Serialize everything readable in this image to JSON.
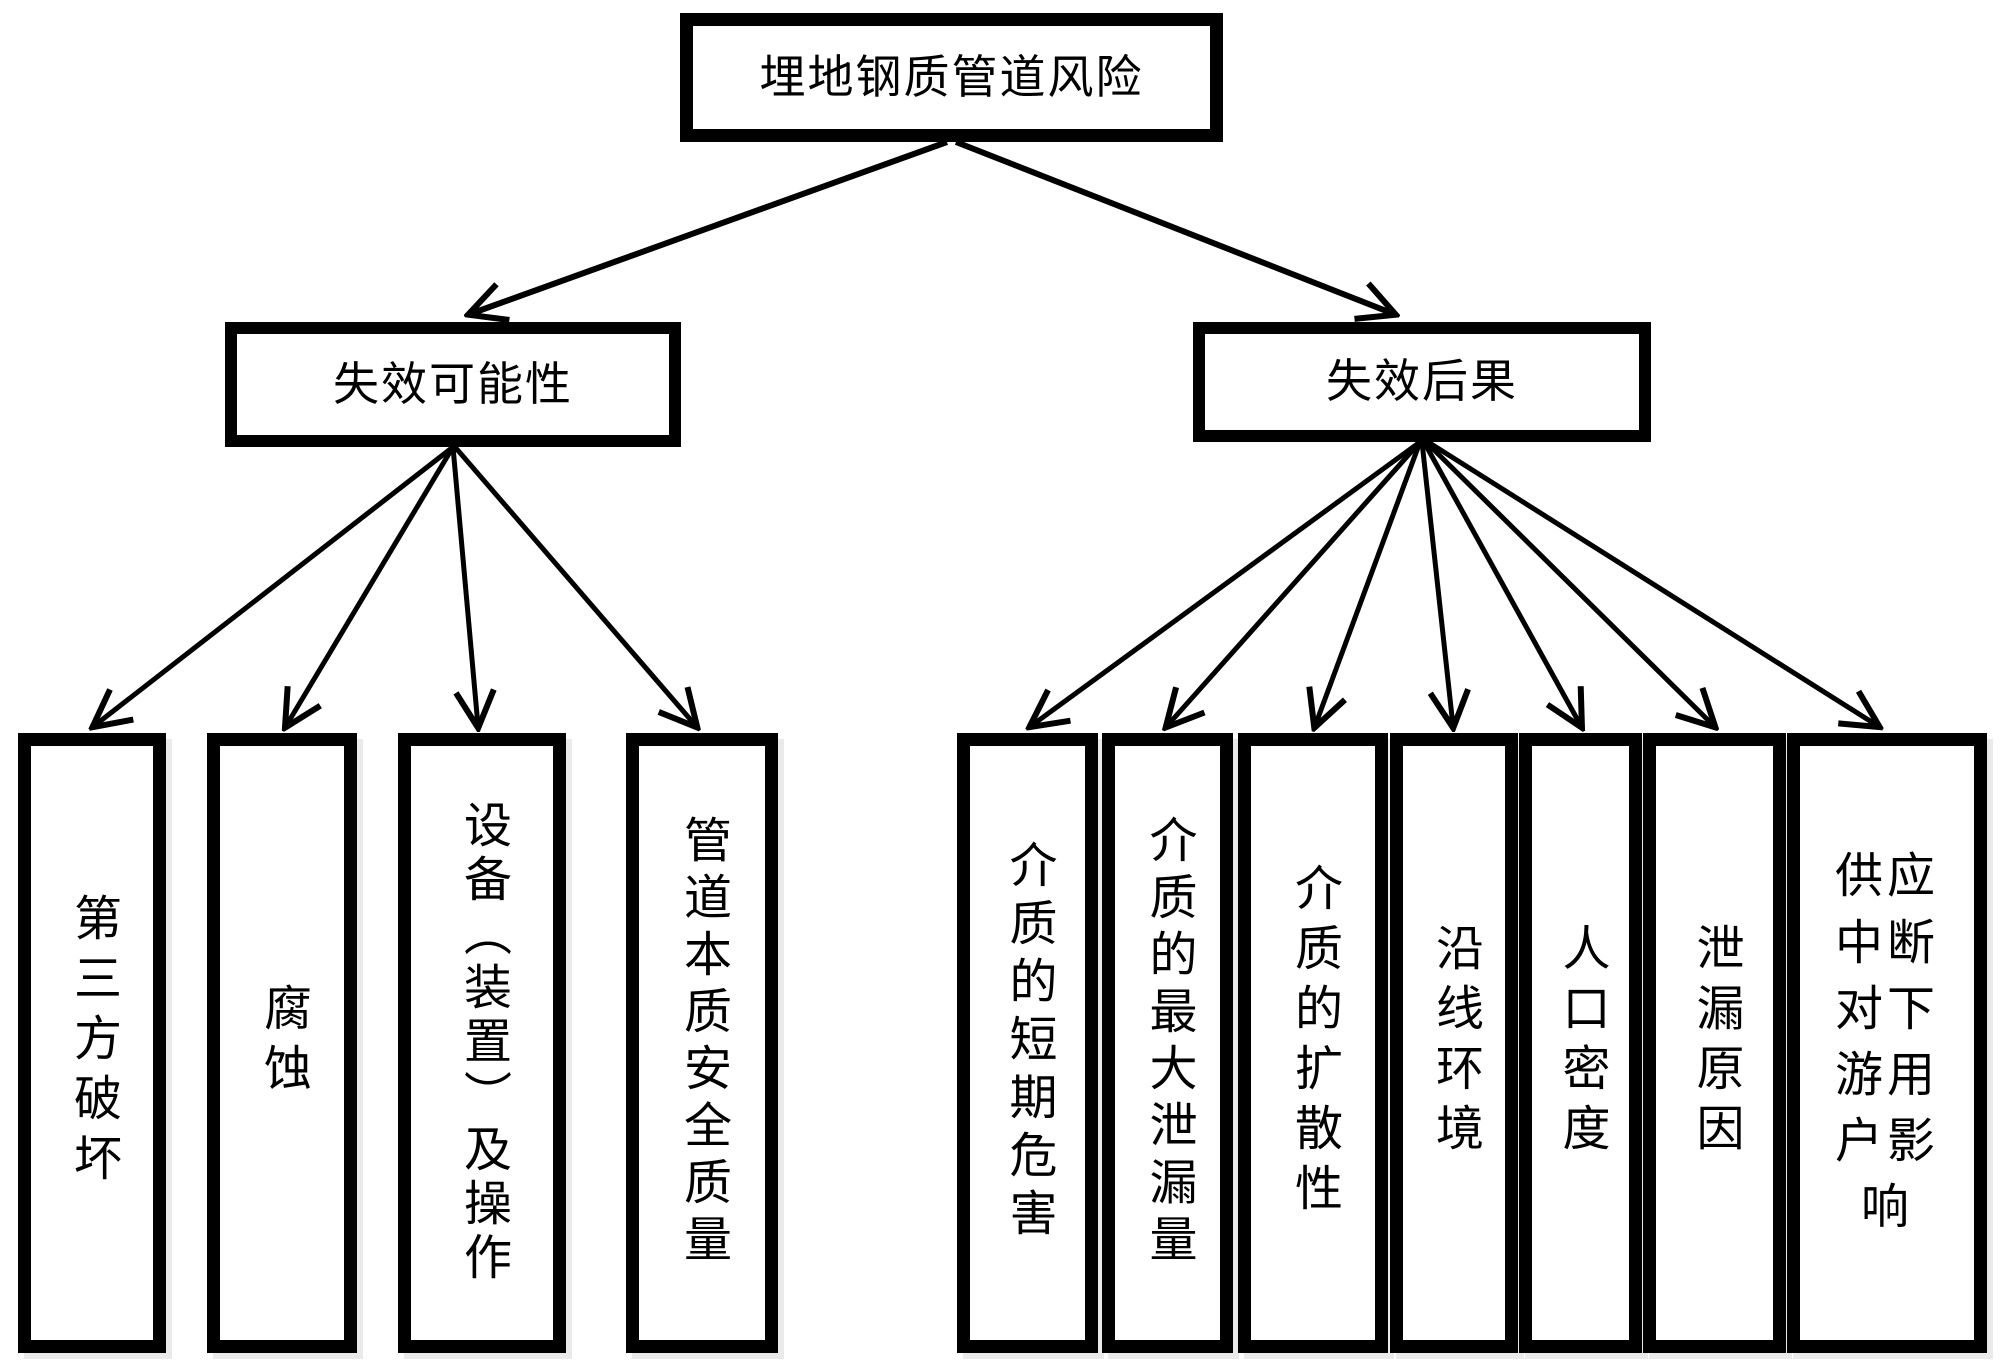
{
  "diagram": {
    "title": "埋地钢质管道风险",
    "branches": [
      {
        "label": "失效可能性",
        "children": [
          "第三方破坏",
          "腐蚀",
          "设备（装置）及操作",
          "管道本质安全质量"
        ]
      },
      {
        "label": "失效后果",
        "children": [
          "介质的短期危害",
          "介质的最大泄漏量",
          "介质的扩散性",
          "沿线环境",
          "人口密度",
          "泄漏原因",
          "供应中断对下游用户影响"
        ]
      }
    ],
    "colors": {
      "line": "#000000",
      "box_border": "#000000",
      "background": "#ffffff",
      "text": "#000000"
    }
  }
}
